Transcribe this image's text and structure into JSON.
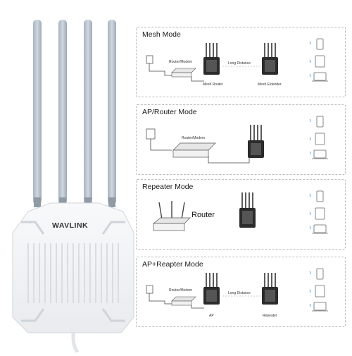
{
  "product": {
    "brand_logo": "WAVLINK",
    "device_color": "#f4f5f7",
    "antenna_color": "#b9c4cf"
  },
  "modes": [
    {
      "title": "Mesh Mode",
      "labels": {
        "modem": "Router/Modem",
        "distance": "Long Distance",
        "device_a": "Mesh Router",
        "device_b": "Mesh Extender"
      }
    },
    {
      "title": "AP/Router Mode",
      "labels": {
        "modem": "Router/Modem"
      }
    },
    {
      "title": "Repeater Mode",
      "labels": {
        "router": "Router"
      }
    },
    {
      "title": "AP+Reapter Mode",
      "labels": {
        "modem": "Router/Modem",
        "distance": "Long Distance",
        "device_a": "AP",
        "device_b": "Repeater"
      }
    }
  ],
  "client_devices": [
    "phone-icon",
    "tablet-icon",
    "laptop-icon"
  ]
}
